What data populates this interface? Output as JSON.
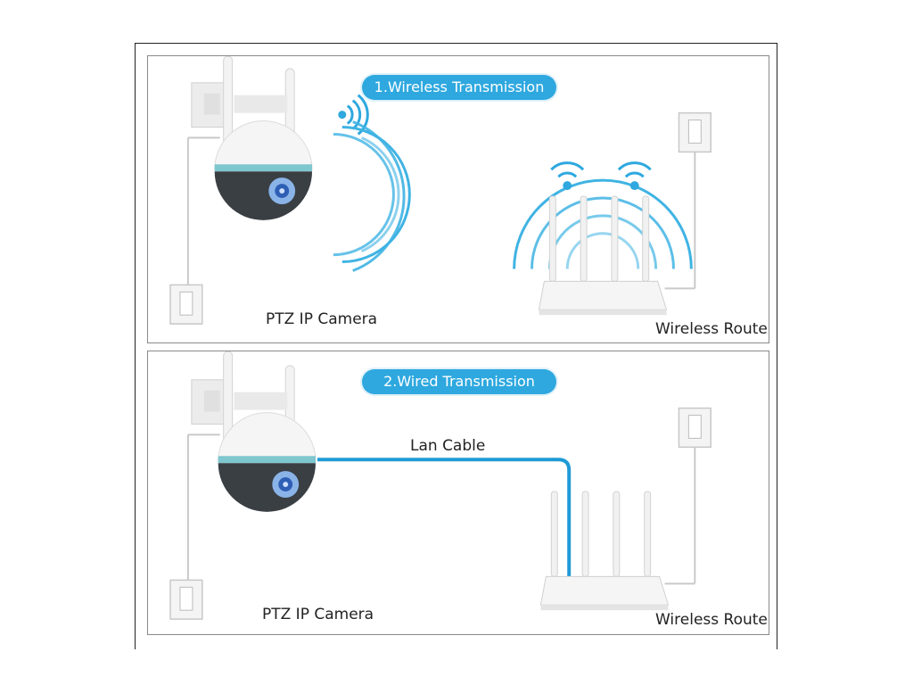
{
  "panels": [
    {
      "title": "1.Wireless Transmission",
      "camera_label": "PTZ IP Camera",
      "router_label": "Wireless Router"
    },
    {
      "title": "2.Wired Transmission",
      "camera_label": "PTZ IP Camera",
      "router_label": "Wireless Router",
      "cable_label": "Lan Cable"
    }
  ],
  "colors": {
    "accent": "#2ea8df",
    "cable": "#1e9ad6",
    "camera_dark": "#3a3f44"
  }
}
